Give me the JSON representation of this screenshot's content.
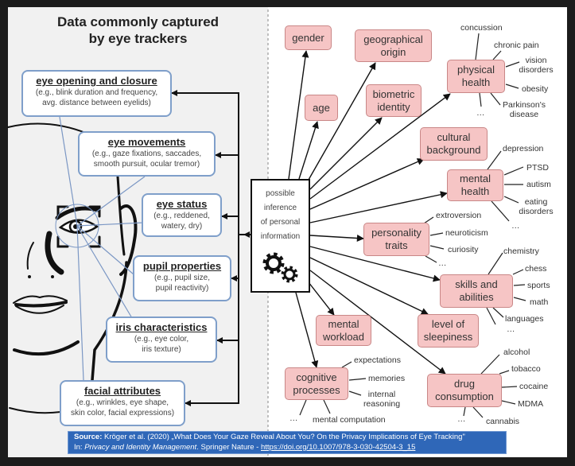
{
  "title": {
    "line1": "Data commonly captured",
    "line2": "by eye trackers"
  },
  "captured_data": [
    {
      "title": "eye opening and closure",
      "desc1": "(e.g., blink duration and frequency,",
      "desc2": "avg. distance between eyelids)"
    },
    {
      "title": "eye movements",
      "desc1": "(e.g., gaze fixations, saccades,",
      "desc2": "smooth pursuit, ocular tremor)"
    },
    {
      "title": "eye status",
      "desc1": "(e.g., reddened,",
      "desc2": "watery, dry)"
    },
    {
      "title": "pupil properties",
      "desc1": "(e.g., pupil size,",
      "desc2": "pupil reactivity)"
    },
    {
      "title": "iris characteristics",
      "desc1": "(e.g., eye color,",
      "desc2": "iris texture)"
    },
    {
      "title": "facial attributes",
      "desc1": "(e.g., wrinkles, eye shape,",
      "desc2": "skin color, facial expressions)"
    }
  ],
  "inference_box": {
    "lines": [
      "possible",
      "inference",
      "of personal",
      "information"
    ],
    "icon": "gears-icon"
  },
  "inferences": [
    {
      "label": "gender"
    },
    {
      "label": "geographical\norigin"
    },
    {
      "label": "age"
    },
    {
      "label": "biometric\nidentity"
    },
    {
      "label": "physical\nhealth",
      "examples": [
        "concussion",
        "chronic pain",
        "vision\ndisorders",
        "obesity",
        "Parkinson's\ndisease",
        "…"
      ]
    },
    {
      "label": "cultural\nbackground"
    },
    {
      "label": "mental\nhealth",
      "examples": [
        "depression",
        "PTSD",
        "autism",
        "eating\ndisorders",
        "…"
      ]
    },
    {
      "label": "personality\ntraits",
      "examples": [
        "extroversion",
        "neuroticism",
        "curiosity",
        "…"
      ]
    },
    {
      "label": "skills and\nabilities",
      "examples": [
        "chemistry",
        "chess",
        "sports",
        "math",
        "languages",
        "…"
      ]
    },
    {
      "label": "level of\nsleepiness"
    },
    {
      "label": "mental\nworkload"
    },
    {
      "label": "cognitive\nprocesses",
      "examples": [
        "expectations",
        "memories",
        "internal\nreasoning",
        "mental computation",
        "…"
      ]
    },
    {
      "label": "drug\nconsumption",
      "examples": [
        "alcohol",
        "tobacco",
        "cocaine",
        "MDMA",
        "cannabis",
        "…"
      ]
    }
  ],
  "source": {
    "label": "Source:",
    "citation": " Kröger et al. (2020) „What Does Your Gaze Reveal About You? On the Privacy Implications of Eye Tracking\"",
    "in_label": "In: ",
    "book": "Privacy and Identity Management",
    "publisher": ". Springer Nature - ",
    "url": "https://doi.org/10.1007/978-3-030-42504-3_15"
  },
  "colors": {
    "frame": "#1c1c1c",
    "left_panel": "#f1f1f1",
    "captured_box_border": "#7f9fca",
    "inference_box_fill": "#f6c5c5",
    "inference_box_border": "#c98787",
    "source_bar": "#2f67b8",
    "gaze_lines": "#7b97c4"
  }
}
